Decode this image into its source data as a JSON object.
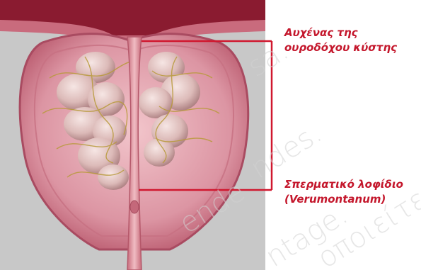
{
  "labels": {
    "bladder_neck_line1": "Αυχένας της",
    "bladder_neck_line2": "ουροδόχου κύστης",
    "verumontanum_line1": "Σπερματικό λοφίδιο",
    "verumontanum_line2": "(Verumontanum)"
  },
  "watermarks": [
    "sa.",
    "ndes.",
    "ende",
    "ntage.",
    "οποιείτε"
  ],
  "colors": {
    "label_text": "#c4172c",
    "leader_line": "#d0182f",
    "background_panel": "#c8c8c8",
    "capsule": "#d98c9c",
    "urethra": "#e8a6b0",
    "vessels": "#b89a3a"
  }
}
